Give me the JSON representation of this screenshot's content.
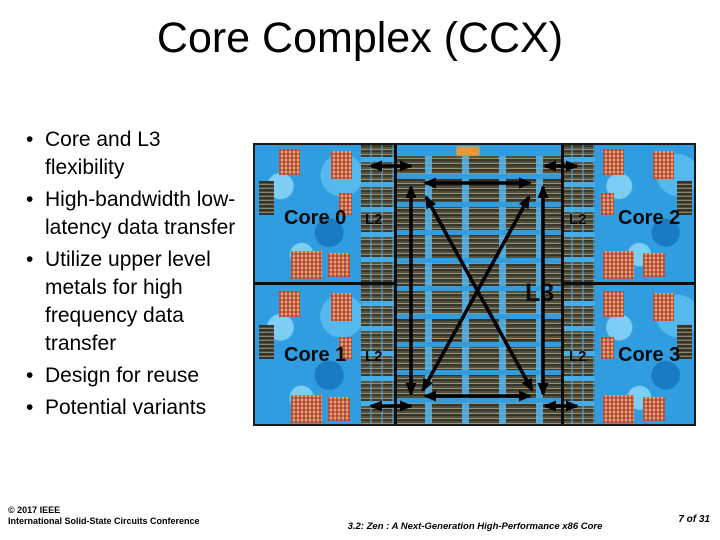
{
  "title": "Core Complex (CCX)",
  "bullet_glyph": "•",
  "bullets": [
    "Core and L3 flexibility",
    "High-bandwidth low-latency data transfer",
    "Utilize upper level metals for high frequency data transfer",
    "Design for reuse",
    "Potential variants"
  ],
  "die": {
    "core0": "Core 0",
    "core1": "Core 1",
    "core2": "Core 2",
    "core3": "Core 3",
    "l2": "L2",
    "l3": "L3"
  },
  "footer": {
    "copyright_line1": "© 2017 IEEE",
    "copyright_line2": "International Solid-State Circuits Conference",
    "session_title": "3.2: Zen : A Next-Generation High-Performance x86 Core",
    "page": "7 of 31"
  },
  "colors": {
    "die_blue": "#2f9ddf",
    "die_blue_light": "#7ecdf5",
    "die_blue_dark": "#1a7cc0",
    "sram_dark": "#514e3c",
    "sram_orange": "#eba37f",
    "arrow_black": "#000000"
  }
}
